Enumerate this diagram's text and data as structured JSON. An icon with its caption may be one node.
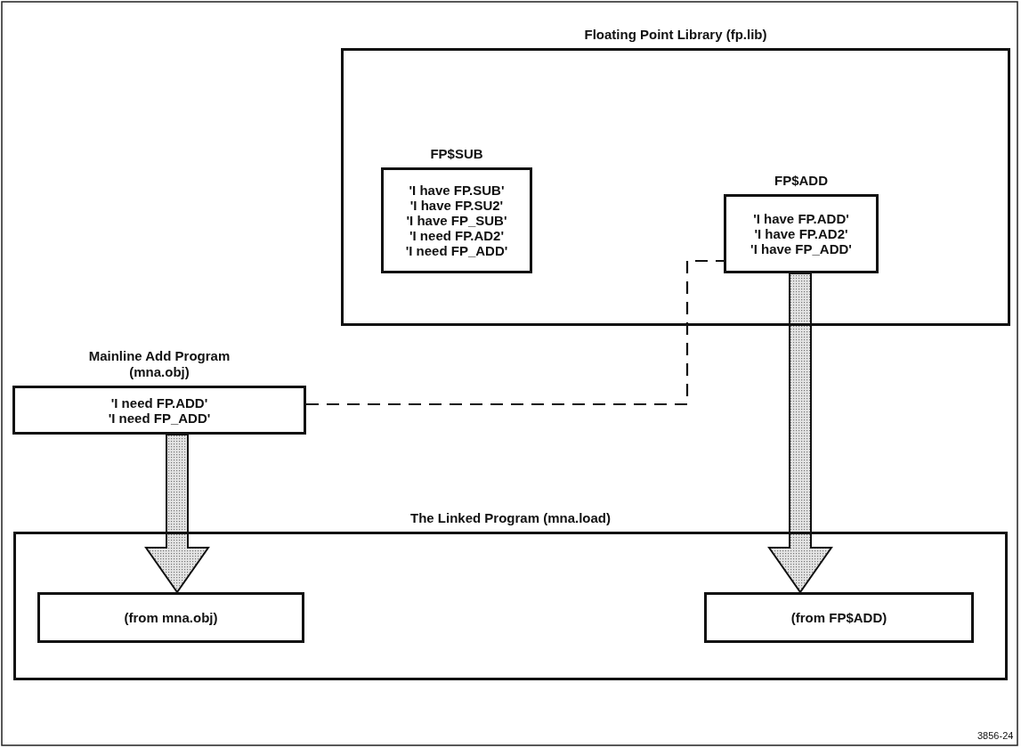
{
  "diagram": {
    "nodes": [
      {
        "text": [
          "Floating Point Library (fp.lib)"
        ]
      },
      {
        "text": [
          "FP$SUB",
          "'I have FP.SUB'",
          "'I have FP.SU2'",
          "'I have FP_SUB'",
          "'I need FP.AD2'",
          "'I need FP_ADD'"
        ],
        "in": 0
      },
      {
        "text": [
          "FP$ADD",
          "'I have FP.ADD'",
          "'I have FP.AD2'",
          "'I have FP_ADD'"
        ],
        "in": 0
      },
      {
        "text": [
          "Mainline Add Program (mna.obj)",
          "'I need FP.ADD'",
          "'I need FP_ADD'"
        ]
      },
      {
        "text": [
          "The Linked Program (mna.load)"
        ]
      },
      {
        "text": [
          "(from mna.obj)"
        ],
        "in": 4
      },
      {
        "text": [
          "(from FP$ADD)"
        ],
        "in": 4
      }
    ],
    "edges": [
      {
        "from": 3,
        "to": 2,
        "arrow": "none",
        "style": "dashed"
      },
      {
        "from": 3,
        "to": 5,
        "arrow": "to",
        "style": "thick"
      },
      {
        "from": 2,
        "to": 6,
        "arrow": "to",
        "style": "thick"
      }
    ],
    "labels": [
      "3856-24"
    ]
  }
}
